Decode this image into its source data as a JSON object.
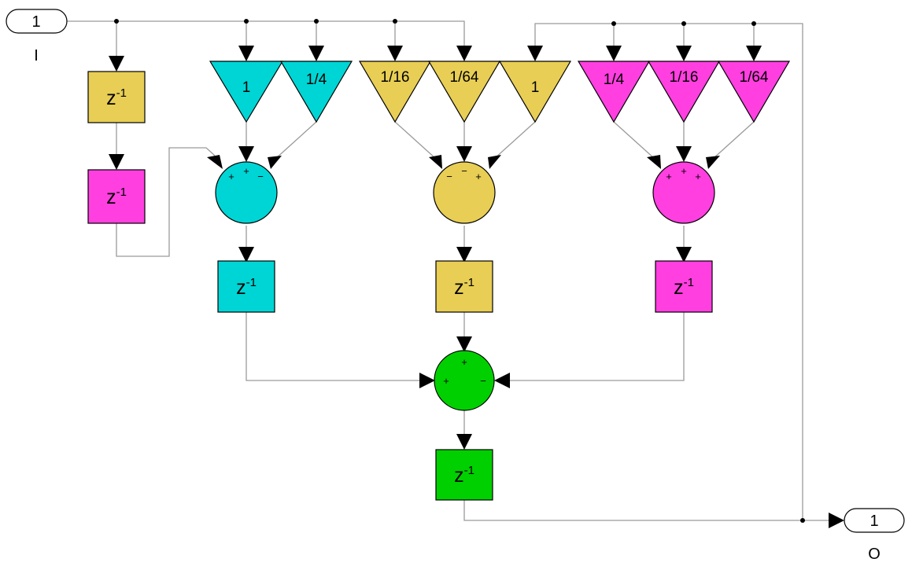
{
  "colors": {
    "cyan": "#00D5D5",
    "yellow": "#E8CE55",
    "magenta": "#FF3FE0",
    "green": "#00D000",
    "wire": "#9a9a9a"
  },
  "inport": {
    "number": "1",
    "name": "I"
  },
  "outport": {
    "number": "1",
    "name": "O"
  },
  "delay_label": {
    "base": "z",
    "exp": "-1"
  },
  "gains": {
    "cyan": [
      "1",
      "1/4"
    ],
    "yellow": [
      "1/16",
      "1/64",
      "1"
    ],
    "magenta": [
      "1/4",
      "1/16",
      "1/64"
    ]
  },
  "sums": {
    "cyan": {
      "signs": [
        "+",
        "+",
        "−"
      ]
    },
    "yellow": {
      "signs": [
        "−",
        "−",
        "+"
      ]
    },
    "magenta": {
      "signs": [
        "+",
        "+",
        "+"
      ]
    },
    "green": {
      "signs": [
        "+",
        "+",
        "−"
      ]
    }
  }
}
